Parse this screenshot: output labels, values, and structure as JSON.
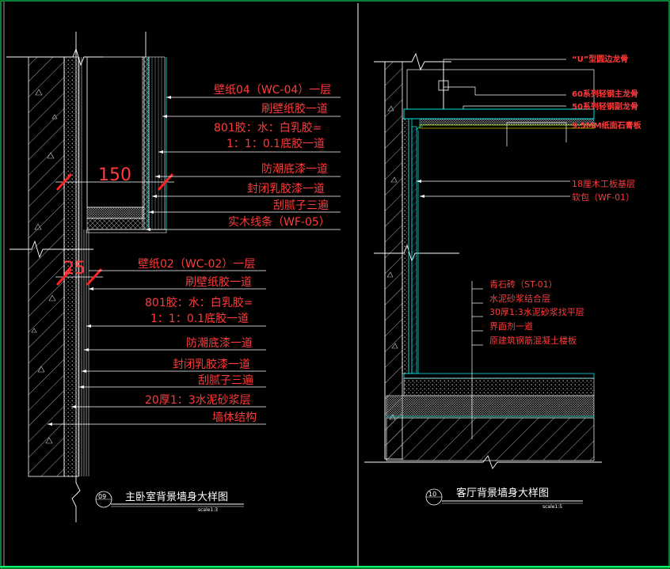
{
  "colors": {
    "background": "#000000",
    "label": "#ff3b3b",
    "leader": "#ffffff",
    "hatch": "#ffffff",
    "accent": "#00e0e0",
    "frame": "#00ff66",
    "cut": "#ff2020",
    "yellow": "#ffff00"
  },
  "left_detail": {
    "labels_top": [
      "壁纸04（WC-04）一层",
      "刷壁纸胶一道",
      "801胶：水：白乳胶=",
      "1：1：0.1底胶一道",
      "防潮底漆一道",
      "封闭乳胶漆一道",
      "刮腻子三遍",
      "实木线条（WF-05）"
    ],
    "labels_bottom": [
      "壁纸02（WC-02）一层",
      "刷壁纸胶一道",
      "801胶：水：白乳胶=",
      "1：1：0.1底胶一道",
      "防潮底漆一道",
      "封闭乳胶漆一道",
      "刮腻子三遍",
      "20厚1：3水泥砂浆层",
      "墙体结构"
    ],
    "dim_150": "150",
    "dim_25": "25",
    "title_number": "09",
    "title": "主卧室背景墙身大样图",
    "scale": "scale1:3"
  },
  "right_detail": {
    "labels_top": [
      "“U”型圆边龙骨",
      "60系列轻钢主龙骨",
      "50系列轻钢副龙骨",
      "9.5MM纸面石膏板"
    ],
    "labels_mid": [
      "18厘木工板基层",
      "软包（WF-01）"
    ],
    "labels_floor": [
      "青石砖（ST-01）",
      "水泥砂浆结合层",
      "30厚1:3水泥砂浆找平层",
      "界面剂一道",
      "原建筑钢筋混凝土楼板"
    ],
    "title_number": "10",
    "title": "客厅背景墙身大样图",
    "scale": "scale1:5"
  }
}
